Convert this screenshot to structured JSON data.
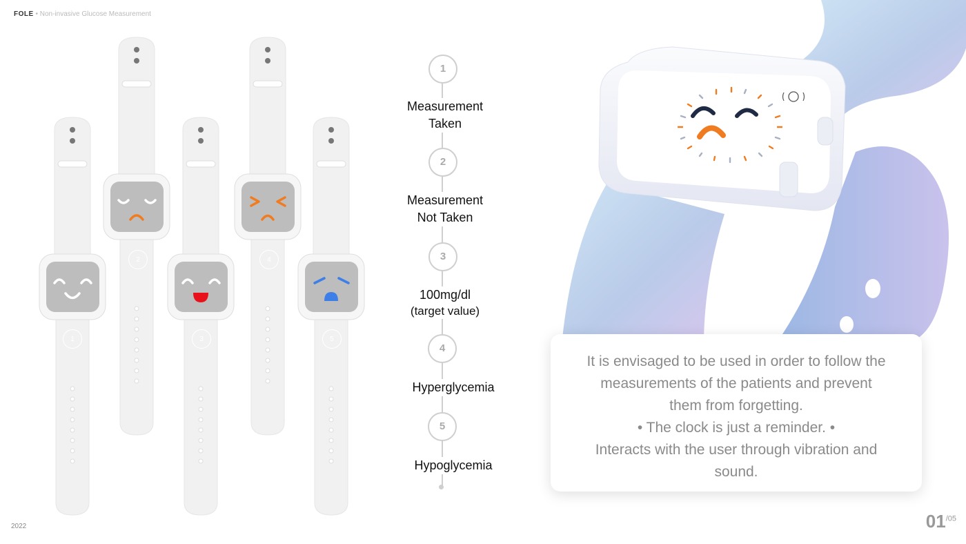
{
  "header": {
    "brand": "FOLE",
    "separator": "•",
    "subtitle": "Non-invasive Glucose Measurement"
  },
  "footer": {
    "year": "2022",
    "page_current": "01",
    "page_total": "/05"
  },
  "watches": [
    {
      "number": "1",
      "face": "happy-smile"
    },
    {
      "number": "2",
      "face": "sleepy-frown"
    },
    {
      "number": "3",
      "face": "happy-red-mouth"
    },
    {
      "number": "4",
      "face": "pained-orange"
    },
    {
      "number": "5",
      "face": "sad-blue"
    }
  ],
  "steps": [
    {
      "number": "1",
      "label_lines": [
        "Measurement",
        "Taken"
      ]
    },
    {
      "number": "2",
      "label_lines": [
        "Measurement",
        "Not Taken"
      ]
    },
    {
      "number": "3",
      "label_lines": [
        "100mg/dl"
      ],
      "sublabel": "(target value)"
    },
    {
      "number": "4",
      "label_lines": [
        "Hyperglycemia"
      ]
    },
    {
      "number": "5",
      "label_lines": [
        "Hypoglycemia"
      ]
    }
  ],
  "description": {
    "lines": [
      "It is envisaged to be used in order to follow the",
      "measurements of the patients and prevent",
      "them from forgetting.",
      "• The clock is just a reminder. •",
      "Interacts with the user through vibration and",
      "sound."
    ]
  },
  "colors": {
    "face_screen": "#bdbdbd",
    "orange": "#f07c22",
    "red": "#e8101a",
    "blue": "#3d7fe6",
    "navy": "#1f2a44",
    "band_gradient_start": "#cfe4f5",
    "band_gradient_end": "#d7c7ee"
  }
}
